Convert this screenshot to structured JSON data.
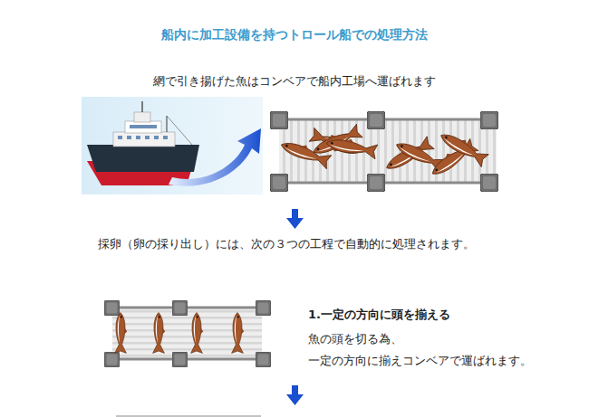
{
  "diagram": {
    "title": "船内に加工設備を持つトロール船での処理方法",
    "labels": [
      "網で引き揚げた魚はコンベアで船内工場へ運ばれます",
      "採卵（卵の採り出し）には、次の３つの工程で自動的に処理されます。",
      "1.一定の方向に頭を揃える",
      "魚の頭を切る為、",
      "一定の方向に揃えコンベアで運ばれます。"
    ]
  }
}
